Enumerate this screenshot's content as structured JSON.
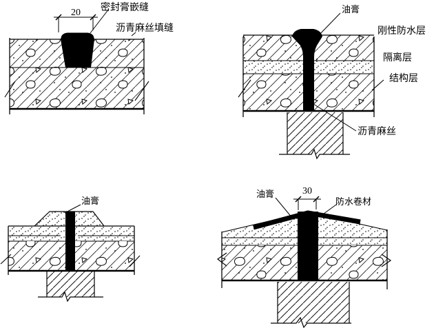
{
  "background": "#ffffff",
  "ink": "#000000",
  "panels": {
    "top_left": {
      "dim": "20",
      "label_sealant": "密封膏嵌缝",
      "label_joint_fill": "沥青麻丝填缝"
    },
    "top_right": {
      "label_mastic": "油膏",
      "label_rigid_waterproof": "刚性防水层",
      "label_isolation": "隔离层",
      "label_structural": "结构层",
      "label_asphalt_hemp": "沥青麻丝"
    },
    "bottom_left": {
      "label_mastic": "油膏"
    },
    "bottom_right": {
      "dim": "30",
      "label_mastic": "油膏",
      "label_membrane": "防水卷材"
    }
  }
}
